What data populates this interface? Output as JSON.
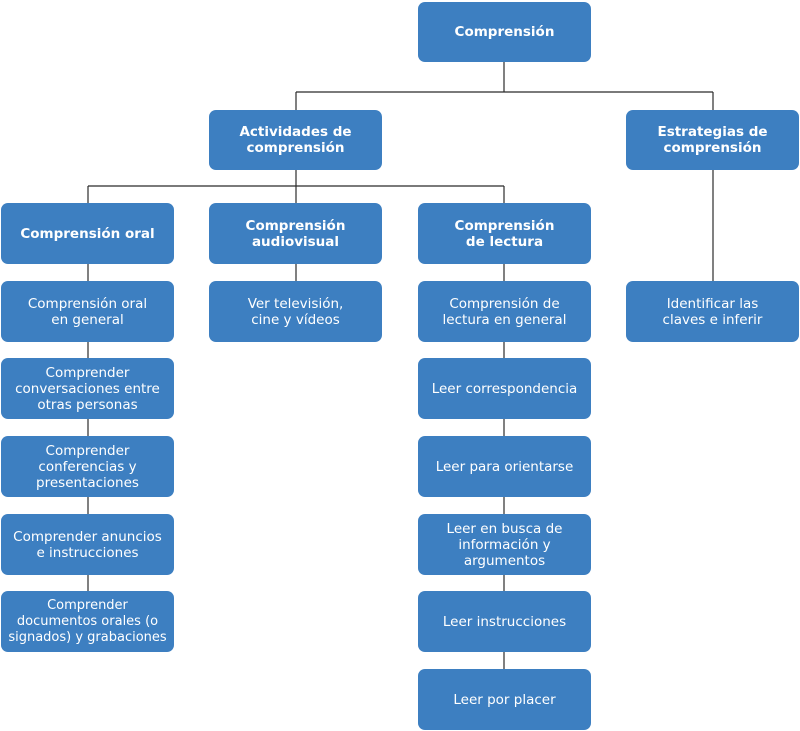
{
  "diagram": {
    "root": "Comprensión",
    "level1": {
      "actividades": "Actividades de\ncomprensión",
      "estrategias": "Estrategias de\ncomprensión"
    },
    "level2": {
      "oral": "Comprensión oral",
      "audiovisual": "Comprensión\naudiovisual",
      "lectura": "Comprensión\nde lectura"
    },
    "oral_items": [
      "Comprensión oral\nen general",
      "Comprender\nconversaciones entre\notras personas",
      "Comprender\nconferencias y\npresentaciones",
      "Comprender anuncios\ne instrucciones",
      "Comprender\ndocumentos orales (o\nsignados) y grabaciones"
    ],
    "audiovisual_items": [
      "Ver televisión,\ncine y vídeos"
    ],
    "lectura_items": [
      "Comprensión de\nlectura en general",
      "Leer correspondencia",
      "Leer para orientarse",
      "Leer en busca de\ninformación y\nargumentos",
      "Leer instrucciones",
      "Leer por placer"
    ],
    "estrategias_items": [
      "Identificar las\nclaves e inferir"
    ]
  },
  "colors": {
    "node_fill": "#3d7fc1",
    "node_text": "#ffffff",
    "connector": "#2b2b2b"
  }
}
